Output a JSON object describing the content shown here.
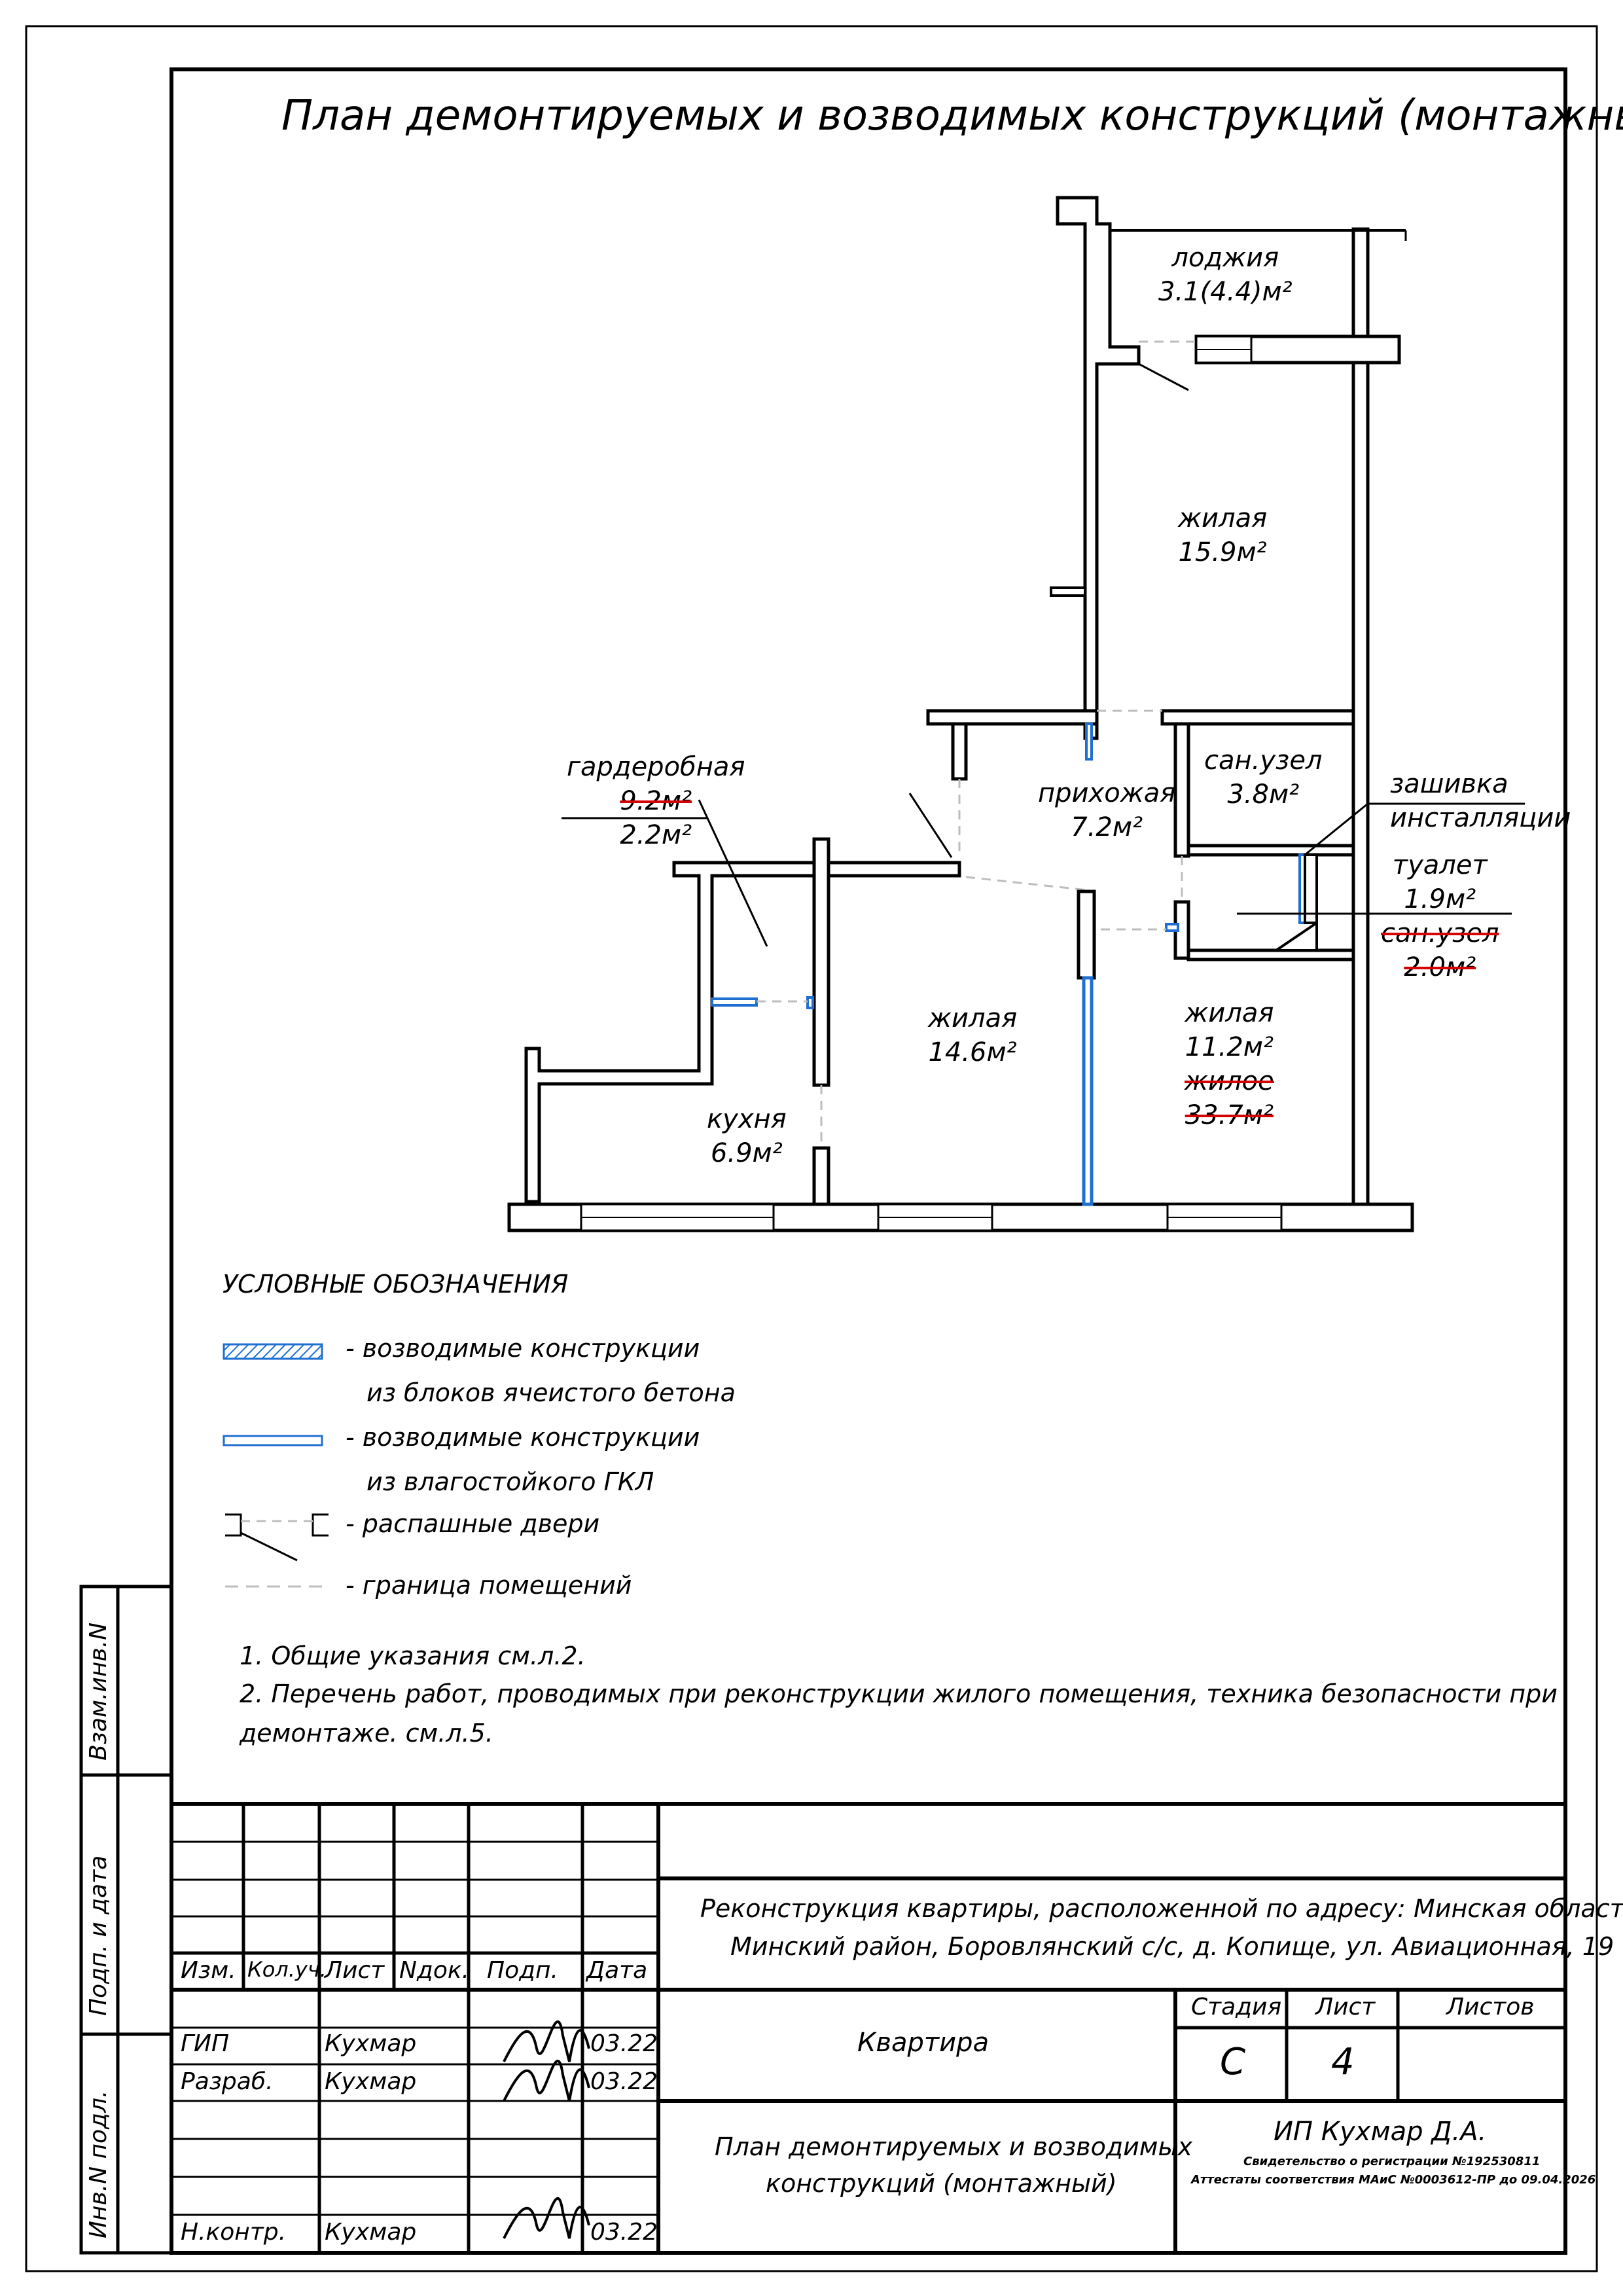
{
  "page": {
    "title": "План демонтируемых и возводимых конструкций (монтажный)"
  },
  "rooms": {
    "loggia": {
      "name": "лоджия",
      "area": "3.1(4.4)м²"
    },
    "living_top": {
      "name": "жилая",
      "area": "15.9м²"
    },
    "wardrobe": {
      "name": "гардеробная",
      "area_old": "9.2м²",
      "area_new": "2.2м²"
    },
    "hall": {
      "name": "прихожая",
      "area": "7.2м²"
    },
    "bath": {
      "name": "сан.узел",
      "area": "3.8м²"
    },
    "sewing": {
      "label_1": "зашивка",
      "label_2": "инсталляции"
    },
    "toilet": {
      "name": "туалет",
      "area": "1.9м²",
      "name_old": "сан.узел",
      "area_old": "2.0м²"
    },
    "living_mid": {
      "name": "жилая",
      "area": "14.6м²"
    },
    "living_right": {
      "name": "жилая",
      "area": "11.2м²",
      "name_old": "жилое",
      "area_old": "33.7м²"
    },
    "kitchen": {
      "name": "кухня",
      "area": "6.9м²"
    }
  },
  "legend": {
    "heading": "УСЛОВНЫЕ ОБОЗНАЧЕНИЯ",
    "items": [
      {
        "line1": "- возводимые конструкции",
        "line2": "из блоков ячеистого бетона"
      },
      {
        "line1": "- возводимые конструкции",
        "line2": "из влагостойкого ГКЛ"
      },
      {
        "line1": "- распашные двери",
        "line2": ""
      },
      {
        "line1": "- граница помещений",
        "line2": ""
      }
    ]
  },
  "notes": [
    "1. Общие указания см.л.2.",
    "2. Перечень работ, проводимых при реконструкции жилого помещения, техника безопасности при",
    "демонтаже. см.л.5."
  ],
  "side_stamp": {
    "vzam": "Взам.инв.N",
    "podp": "Подп. и дата",
    "inv": "Инв.N подл."
  },
  "title_block": {
    "headers": {
      "izm": "Изм.",
      "kol": "Кол.уч.",
      "list": "Лист",
      "ndok": "Nдок.",
      "podp": "Подп.",
      "data": "Дата"
    },
    "rows": [
      {
        "role": "ГИП",
        "name": "Кухмар",
        "date": "03.22"
      },
      {
        "role": "Разраб.",
        "name": "Кухмар",
        "date": "03.22"
      },
      {
        "role": "Н.контр.",
        "name": "Кухмар",
        "date": "03.22"
      }
    ],
    "project_line1": "Реконструкция квартиры, расположенной по адресу: Минская область,",
    "project_line2": "Минский район, Боровлянский с/с, д. Копище, ул. Авиационная, 19",
    "object": "Квартира",
    "stage_label": "Стадия",
    "sheet_label": "Лист",
    "sheets_label": "Листов",
    "stage": "С",
    "sheet": "4",
    "sheets": "",
    "drawing_line1": "План демонтируемых и возводимых",
    "drawing_line2": "конструкций (монтажный)",
    "company": "ИП Кухмар Д.А.",
    "cert_line1": "Свидетельство о регистрации №192530811",
    "cert_line2": "Аттестаты соответствия МАиС №0003612-ПР до 09.04.2026"
  },
  "colors": {
    "new_wall": "#1f6fd0",
    "strike": "#d40000",
    "ink": "#000000",
    "boundary": "#bdbdbd"
  }
}
